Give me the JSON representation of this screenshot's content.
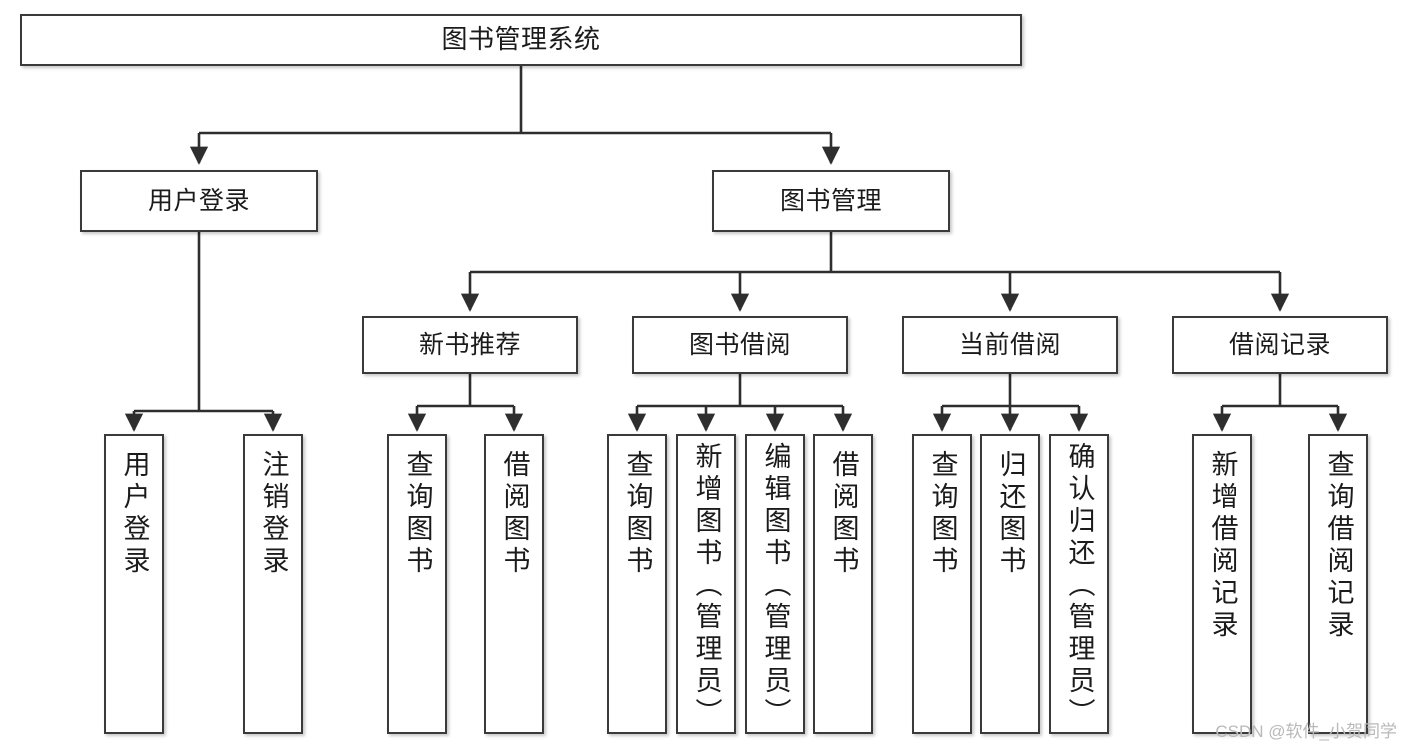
{
  "diagram": {
    "title": "图书管理系统",
    "type": "tree",
    "root": {
      "id": "root",
      "label": "图书管理系统"
    },
    "level1": [
      {
        "id": "user-login",
        "label": "用户登录"
      },
      {
        "id": "book-manage",
        "label": "图书管理"
      }
    ],
    "level2": [
      {
        "id": "new-book-rec",
        "label": "新书推荐"
      },
      {
        "id": "book-borrow",
        "label": "图书借阅"
      },
      {
        "id": "current-borrow",
        "label": "当前借阅"
      },
      {
        "id": "borrow-record",
        "label": "借阅记录"
      }
    ],
    "leaves": {
      "user_login": [
        {
          "id": "leaf-user-login",
          "label": "用户登录"
        },
        {
          "id": "leaf-logout",
          "label": "注销登录"
        }
      ],
      "new_book_rec": [
        {
          "id": "leaf-query-book-1",
          "label": "查询图书"
        },
        {
          "id": "leaf-borrow-book-1",
          "label": "借阅图书"
        }
      ],
      "book_borrow": [
        {
          "id": "leaf-query-book-2",
          "label": "查询图书"
        },
        {
          "id": "leaf-add-book",
          "label": "新增图书（管理员）"
        },
        {
          "id": "leaf-edit-book",
          "label": "编辑图书（管理员）"
        },
        {
          "id": "leaf-borrow-book-2",
          "label": "借阅图书"
        }
      ],
      "current_borrow": [
        {
          "id": "leaf-query-book-3",
          "label": "查询图书"
        },
        {
          "id": "leaf-return-book",
          "label": "归还图书"
        },
        {
          "id": "leaf-confirm-return",
          "label": "确认归还（管理员）"
        }
      ],
      "borrow_record": [
        {
          "id": "leaf-add-record",
          "label": "新增借阅记录"
        },
        {
          "id": "leaf-query-record",
          "label": "查询借阅记录"
        }
      ]
    }
  },
  "watermark": {
    "text": "CSDN @软件_小贺同学"
  },
  "colors": {
    "box_border": "#3a3a3a",
    "box_fill": "#ffffff",
    "connector": "#2e2e2e",
    "text": "#1b1b1b",
    "watermark": "#b9b9b9",
    "background": "#ffffff"
  }
}
